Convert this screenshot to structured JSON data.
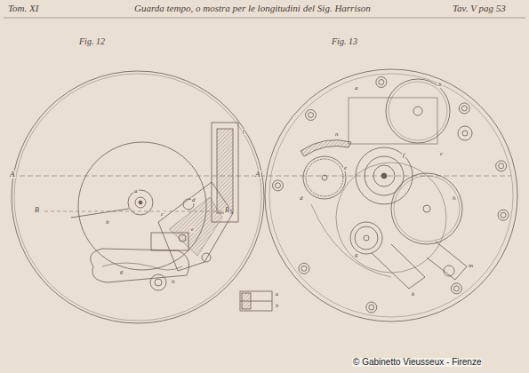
{
  "diagram": {
    "title": "Guarda tempo, o mostra per le longitudini del Sig. Harrison",
    "labels": [
      "Tom. XI",
      "Tav. V pag 53",
      "Fig. 12",
      "Fig. 13",
      "A",
      "A",
      "B",
      "B",
      "a",
      "b",
      "c",
      "d",
      "e",
      "f",
      "g",
      "h",
      "a",
      "b",
      "c",
      "d",
      "e",
      "f",
      "g",
      "h",
      "k",
      "m",
      "n",
      "a",
      "b",
      "© Gabinetto Vieusseux - Firenze"
    ]
  }
}
